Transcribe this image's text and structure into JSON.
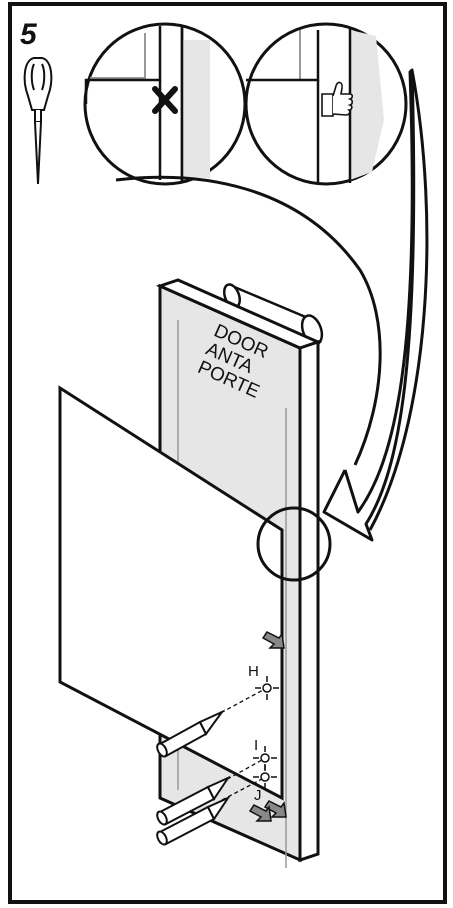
{
  "step": {
    "number": "5"
  },
  "icons": {
    "tool": "screwdriver-icon",
    "wrong": "x-mark-icon",
    "right": "thumbs-up-icon",
    "hint": "arrow-pointer-icon"
  },
  "door_panel": {
    "lines": [
      "DOOR",
      "ANTA",
      "PORTE"
    ]
  },
  "holes": {
    "h": "H",
    "i": "I",
    "j": "J"
  },
  "colors": {
    "ink": "#111111",
    "panel": "#e6e6e6",
    "paper": "#ffffff",
    "arrow_fill": "#888888"
  }
}
